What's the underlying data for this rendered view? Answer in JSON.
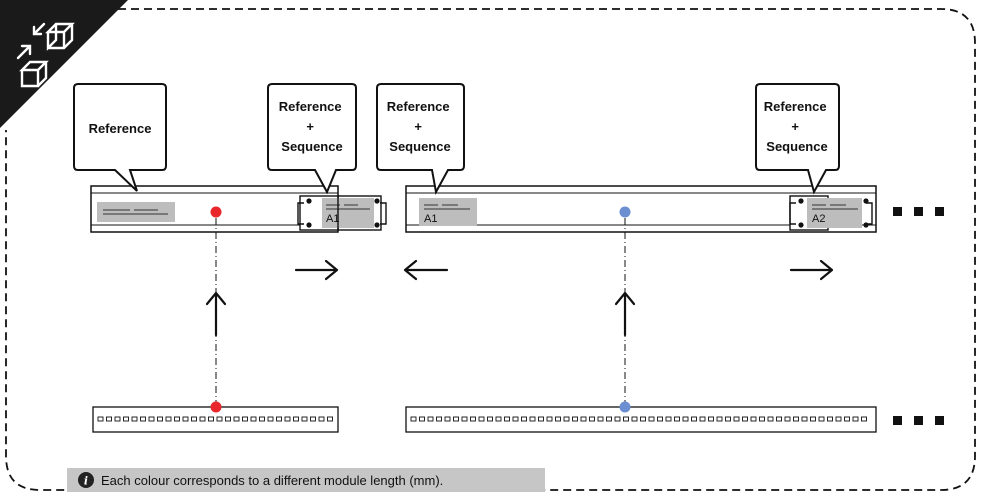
{
  "callouts": {
    "left_module_start": "Reference",
    "left_module_end": [
      "Reference",
      "+",
      "Sequence"
    ],
    "right_module_start": [
      "Reference",
      "+",
      "Sequence"
    ],
    "right_module_end": [
      "Reference",
      "+",
      "Sequence"
    ]
  },
  "labels": {
    "left_end": "A1",
    "right_start": "A1",
    "right_end": "A2"
  },
  "note": {
    "icon": "info-icon",
    "text": "Each colour corresponds to a different module length (mm)."
  },
  "corner_badge": {
    "icon": "assembly-arrows-icon"
  },
  "colors": {
    "dot_left": "#e8262b",
    "dot_right": "#6b8fd0",
    "label_fill": "#bdbdbd",
    "note_fill": "#c6c6c6"
  }
}
